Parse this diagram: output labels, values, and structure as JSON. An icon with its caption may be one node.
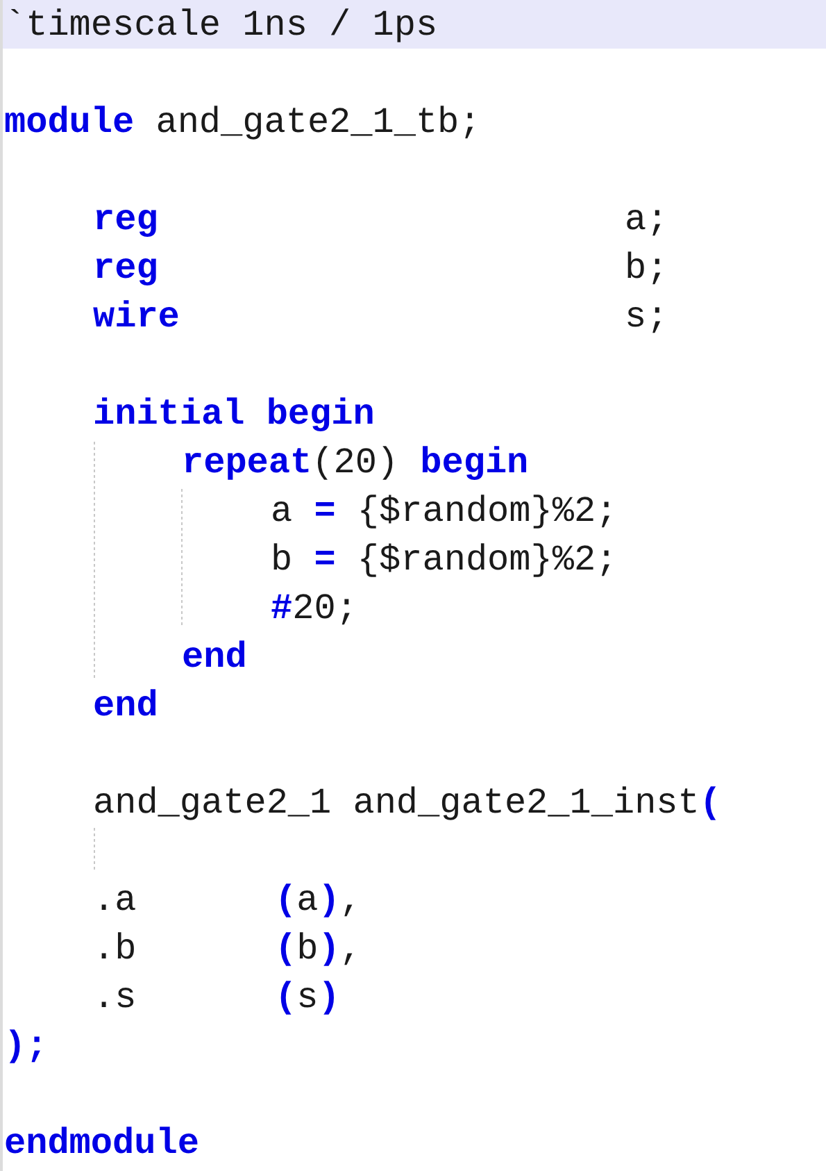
{
  "diagram": {
    "labels": [
      "`timescale 1ns / 1ps",
      "**module** and_gate2_1_tb;",
      "**reg**",
      "a;",
      "**reg**",
      "b;",
      "**wire**",
      "s;",
      "**initial begin**",
      "**repeat**(20) **begin**",
      "a **=** {$random}%2;",
      "b **=** {$random}%2;",
      "**#**20;",
      "**end**",
      "**end**",
      "and_gate2_1 and_gate2_1_inst**(**",
      ".a",
      "**(**a**)**,",
      ".b",
      "**(**b**)**,",
      ".s",
      "**(**s**)**",
      "**);**",
      "**endmodule**"
    ]
  }
}
